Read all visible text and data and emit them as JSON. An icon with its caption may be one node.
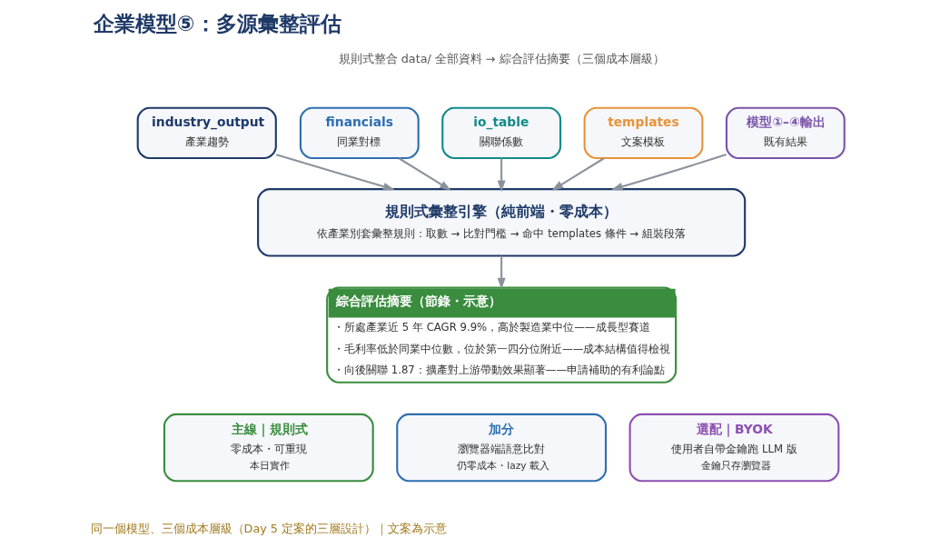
{
  "diagram": {
    "title": "企業模型⑤：多源彙整評估",
    "nodes": [
      {
        "text": [
          "industry_output",
          "產業趨勢"
        ]
      },
      {
        "text": [
          "financials",
          "同業對標"
        ]
      },
      {
        "text": [
          "io_table",
          "關聯係數"
        ]
      },
      {
        "text": [
          "templates",
          "文案模板"
        ]
      },
      {
        "text": [
          "模型①–④輸出",
          "既有結果"
        ]
      },
      {
        "text": [
          "規則式彙整引擎（純前端・零成本）",
          "依產業別套彙整規則：取數 → 比對門檻 → 命中 templates 條件 → 組裝段落"
        ]
      },
      {
        "text": [
          "綜合評估摘要（節錄・示意）",
          "・所處產業近 5 年 CAGR 9.9%，高於製造業中位——成長型賽道",
          "・毛利率低於同業中位數，位於第一四分位附近——成本結構值得檢視",
          "・向後關聯 1.87：擴產對上游帶動效果顯著——申請補助的有利論點"
        ]
      },
      {
        "text": [
          "主線｜規則式",
          "零成本・可重現",
          "本日實作"
        ]
      },
      {
        "text": [
          "加分",
          "瀏覽器端語意比對",
          "仍零成本・lazy 載入"
        ]
      },
      {
        "text": [
          "選配｜BYOK",
          "使用者自帶金鑰跑 LLM 版",
          "金鑰只存瀏覽器"
        ]
      }
    ],
    "edges": [
      {
        "from": 0,
        "to": 5,
        "arrow": "to"
      },
      {
        "from": 1,
        "to": 5,
        "arrow": "to"
      },
      {
        "from": 2,
        "to": 5,
        "arrow": "to"
      },
      {
        "from": 3,
        "to": 5,
        "arrow": "to"
      },
      {
        "from": 4,
        "to": 5,
        "arrow": "to"
      },
      {
        "from": 5,
        "to": 6,
        "arrow": "to"
      }
    ],
    "labels": [
      "規則式整合 data/ 全部資料 → 綜合評估摘要（三個成本層級）",
      "同一個模型、三個成本層級（Day 5 定案的三層設計）｜文案為示意"
    ]
  }
}
